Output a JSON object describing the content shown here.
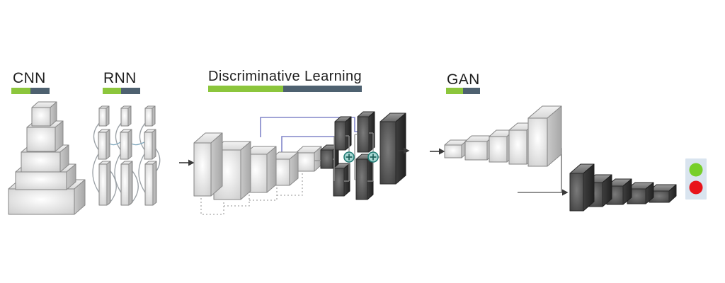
{
  "panels": {
    "cnn": {
      "label": "CNN"
    },
    "rnn": {
      "label": "RNN"
    },
    "discriminative": {
      "label": "Discriminative Learning"
    },
    "gan": {
      "label": "GAN"
    }
  },
  "accent_colors": {
    "underline_green": "#8cc63c",
    "underline_slate": "#4e6170",
    "skip_connection_blue": "#8286c9",
    "sum_node_teal": "#217c75",
    "sum_node_fill": "#a8d8d4",
    "box_light_gray": "#d9d9d9",
    "box_dark_gray": "#4a4a4a"
  },
  "gan_output": {
    "panel_color": "#d9e4ef",
    "real_color": "#77cf2a",
    "fake_color": "#e8141b"
  },
  "icons": {
    "sum_node": "circled-plus-icon",
    "flow_arrow": "right-arrow-icon",
    "real_sample": "green-dot-icon",
    "fake_sample": "red-dot-icon"
  }
}
